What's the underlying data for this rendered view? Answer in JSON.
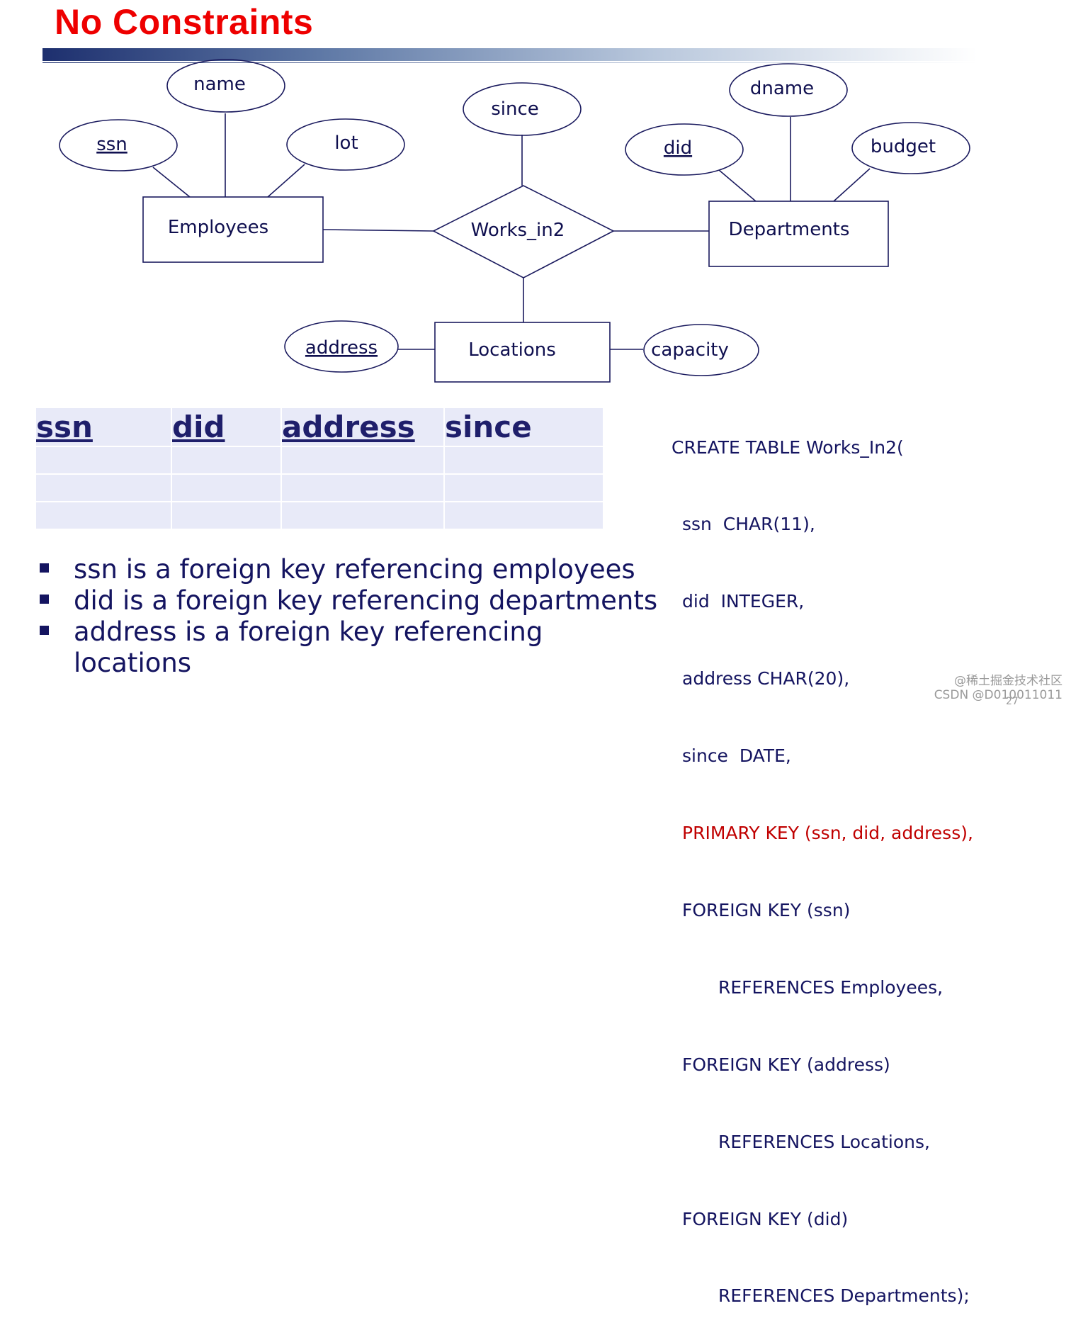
{
  "slide": {
    "title": "No Constraints",
    "page_number": "27"
  },
  "diagram": {
    "entities": {
      "employees": "Employees",
      "departments": "Departments",
      "locations": "Locations"
    },
    "relationship": "Works_in2",
    "attributes": {
      "ssn": "ssn",
      "name": "name",
      "lot": "lot",
      "since": "since",
      "did": "did",
      "dname": "dname",
      "budget": "budget",
      "address": "address",
      "capacity": "capacity"
    }
  },
  "table": {
    "headers": [
      {
        "label": "ssn",
        "key": true
      },
      {
        "label": "did",
        "key": true
      },
      {
        "label": "address",
        "key": true
      },
      {
        "label": "since",
        "key": false
      }
    ],
    "empty_rows": 3
  },
  "bullets": [
    "ssn is a foreign key referencing employees",
    "did is a foreign key referencing departments",
    "address is a foreign key referencing locations"
  ],
  "sql": {
    "lines": [
      "CREATE TABLE Works_In2(",
      "ssn  CHAR(11),",
      "did  INTEGER,",
      "address CHAR(20),",
      "since  DATE,",
      "PRIMARY KEY (ssn, did, address),",
      "FOREIGN KEY (ssn)",
      "REFERENCES Employees,",
      "FOREIGN KEY (address)",
      "REFERENCES Locations,",
      "FOREIGN KEY (did)",
      "REFERENCES Departments);"
    ]
  },
  "watermark": {
    "line1": "@稀土掘金技术社区",
    "line2": "CSDN @D010011011"
  },
  "colors": {
    "title": "#ee0000",
    "primary_key": "#c00000",
    "text": "#141460",
    "table_fill": "#e8eaf8"
  }
}
